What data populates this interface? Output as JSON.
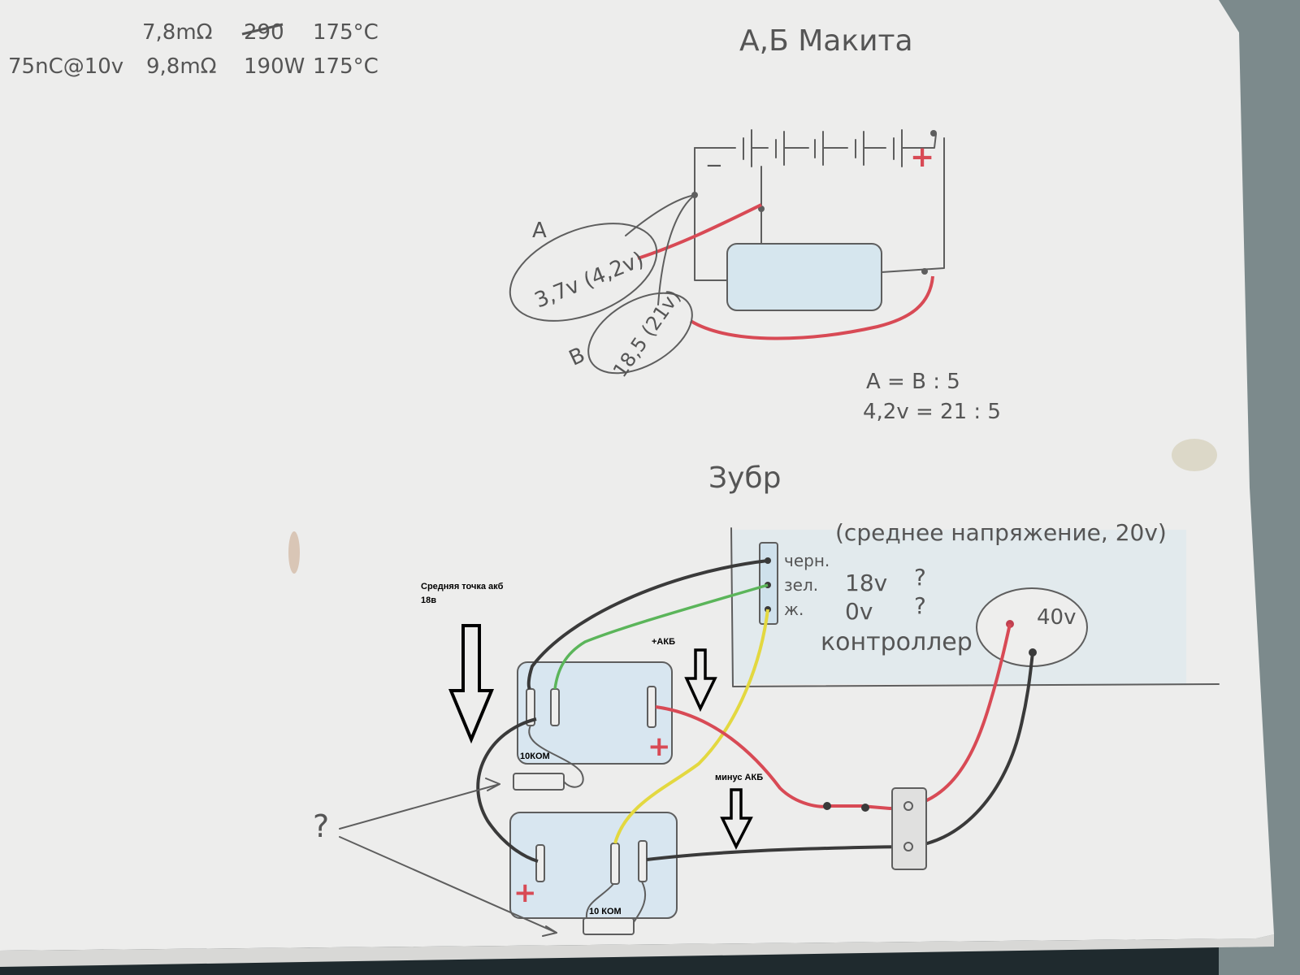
{
  "specs": {
    "row1": [
      "7,8mΩ",
      "290",
      "175°C"
    ],
    "row2": [
      "75nC@10v",
      "9,8mΩ",
      "190W",
      "175°C"
    ]
  },
  "makita": {
    "title": "А,Б Макита",
    "minus_sign": "−",
    "plus_sign": "+",
    "label_a": "А",
    "label_b": "В",
    "bubble_a": "3,7v (4,2v)",
    "bubble_b": "18,5 (21v)",
    "ratio_line1": "A = B : 5",
    "ratio_line2": "4,2v = 21 : 5"
  },
  "zubr": {
    "title": "Зубр",
    "controller_note": "(среднее напряжение, 20v)",
    "wire_black": "черн.",
    "wire_green": "зел.",
    "wire_yellow": "ж.",
    "voltage_green": "18v",
    "voltage_yellow": "0v",
    "question_green": "?",
    "question_yellow": "?",
    "controller_label": "контроллер",
    "voltage_40": "40v",
    "question_left": "?",
    "plus_sign": "+"
  },
  "annotations": {
    "midpoint_line1": "Средняя точка акб",
    "midpoint_line2": "18в",
    "plus_akb": "+АКБ",
    "minus_akb": "минус АКБ",
    "resistor_top": "10КОМ",
    "resistor_bottom": "10 КОМ"
  },
  "colors": {
    "background": "#1f2a2e",
    "paper": "#ededec",
    "pencil": "#5e5e5e",
    "red_wire": "#d84a55",
    "green_wire": "#5bb55a",
    "yellow_wire": "#e3d840",
    "black_wire": "#3a3a3a",
    "blue_tint": "#c9dde9"
  }
}
